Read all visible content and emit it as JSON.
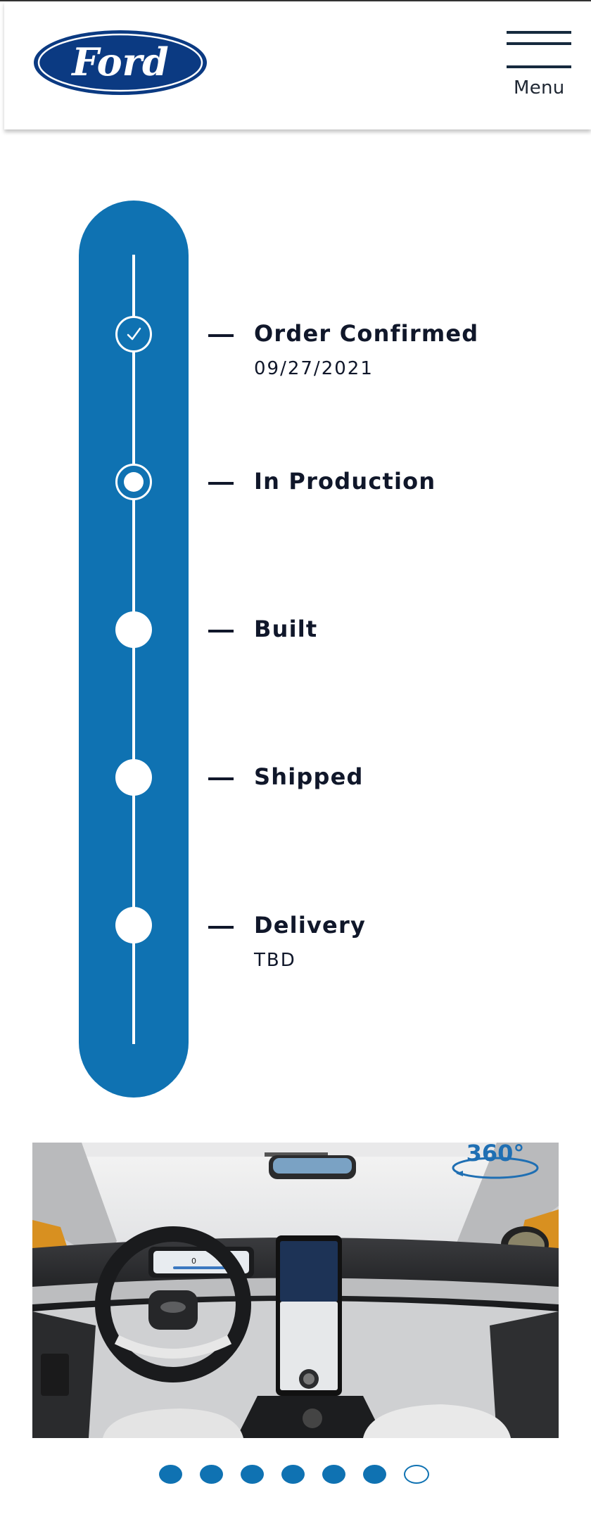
{
  "header": {
    "logo_text": "Ford",
    "menu_label": "Menu"
  },
  "tracker": {
    "steps": [
      {
        "label": "Order Confirmed",
        "sub": "09/27/2021",
        "state": "complete"
      },
      {
        "label": "In Production",
        "sub": "",
        "state": "current"
      },
      {
        "label": "Built",
        "sub": "",
        "state": "pending"
      },
      {
        "label": "Shipped",
        "sub": "",
        "state": "pending"
      },
      {
        "label": "Delivery",
        "sub": "TBD",
        "state": "pending"
      }
    ]
  },
  "vehicle_view": {
    "badge": "360°",
    "dashboard_speed": "0"
  },
  "carousel": {
    "total": 7,
    "active_index": 6
  },
  "colors": {
    "brand_blue": "#0f72b2",
    "logo_navy": "#0b3a82",
    "text_dark": "#10172a"
  },
  "icons": {
    "menu": "hamburger-menu-icon",
    "complete": "checkmark-icon",
    "rotate": "360-rotate-icon"
  }
}
